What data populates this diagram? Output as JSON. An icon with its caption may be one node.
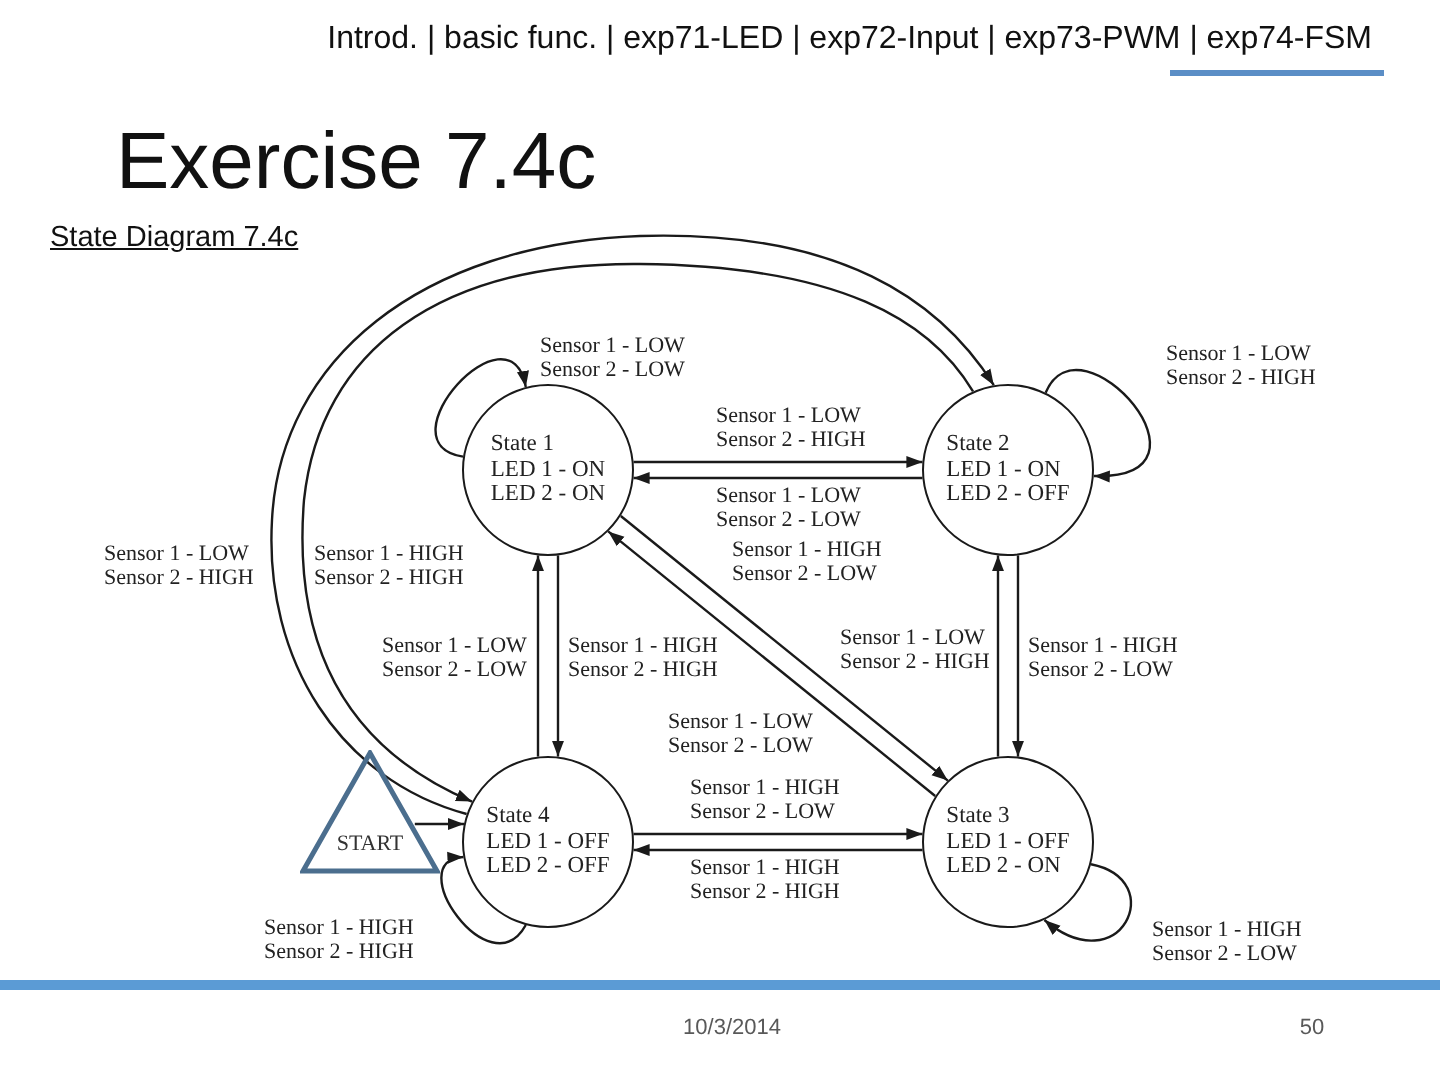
{
  "diagram": {
    "title": "Exercise 7.4c",
    "nodes": [
      {
        "text": [
          "State 1",
          "LED 1 - ON",
          "LED 2 - ON"
        ]
      },
      {
        "text": [
          "State 2",
          "LED 1 - ON",
          "LED 2 - OFF"
        ]
      },
      {
        "text": [
          "START"
        ]
      },
      {
        "text": [
          "State 4",
          "LED 1 - OFF",
          "LED 2 - OFF"
        ]
      },
      {
        "text": [
          "State 3",
          "LED 1 - OFF",
          "LED 2 - ON"
        ]
      }
    ],
    "edges": [
      {
        "from": 0,
        "to": 0,
        "arrow": "to",
        "label": "Sensor 1 - LOW Sensor 2 - LOW"
      },
      {
        "from": 1,
        "to": 1,
        "arrow": "to",
        "label": "Sensor 1 - LOW Sensor 2 - HIGH"
      },
      {
        "from": 0,
        "to": 1,
        "arrow": "to",
        "label": "Sensor 1 - LOW Sensor 2 - HIGH"
      },
      {
        "from": 1,
        "to": 0,
        "arrow": "to",
        "label": "Sensor 1 - LOW Sensor 2 - LOW"
      },
      {
        "from": 0,
        "to": 4,
        "arrow": "to",
        "label": "Sensor 1 - HIGH Sensor 2 - LOW"
      },
      {
        "from": 3,
        "to": 1,
        "arrow": "to",
        "label": "Sensor 1 - LOW Sensor 2 - HIGH"
      },
      {
        "from": 1,
        "to": 3,
        "arrow": "to",
        "label": "Sensor 1 - HIGH Sensor 2 - HIGH"
      },
      {
        "from": 3,
        "to": 0,
        "arrow": "to",
        "label": "Sensor 1 - LOW Sensor 2 - LOW"
      },
      {
        "from": 0,
        "to": 3,
        "arrow": "to",
        "label": "Sensor 1 - HIGH Sensor 2 - HIGH"
      },
      {
        "from": 4,
        "to": 1,
        "arrow": "to",
        "label": "Sensor 1 - LOW Sensor 2 - HIGH"
      },
      {
        "from": 1,
        "to": 4,
        "arrow": "to",
        "label": "Sensor 1 - HIGH Sensor 2 - LOW"
      },
      {
        "from": 4,
        "to": 0,
        "arrow": "to",
        "label": "Sensor 1 - LOW Sensor 2 - LOW"
      },
      {
        "from": 3,
        "to": 4,
        "arrow": "to",
        "label": "Sensor 1 - HIGH Sensor 2 - LOW"
      },
      {
        "from": 4,
        "to": 3,
        "arrow": "to",
        "label": "Sensor 1 - HIGH Sensor 2 - HIGH"
      },
      {
        "from": 2,
        "to": 3,
        "arrow": "to"
      },
      {
        "from": 4,
        "to": 4,
        "arrow": "to",
        "label": "Sensor 1 - HIGH Sensor 2 - LOW"
      },
      {
        "from": 3,
        "to": 3,
        "arrow": "to",
        "label": "Sensor 1 - HIGH Sensor 2 - HIGH"
      }
    ],
    "labels": [
      "Introd. | basic func. | exp71-LED | exp72-Input | exp73-PWM | exp74-FSM",
      "State Diagram 7.4c",
      "10/3/2014",
      "50"
    ]
  }
}
